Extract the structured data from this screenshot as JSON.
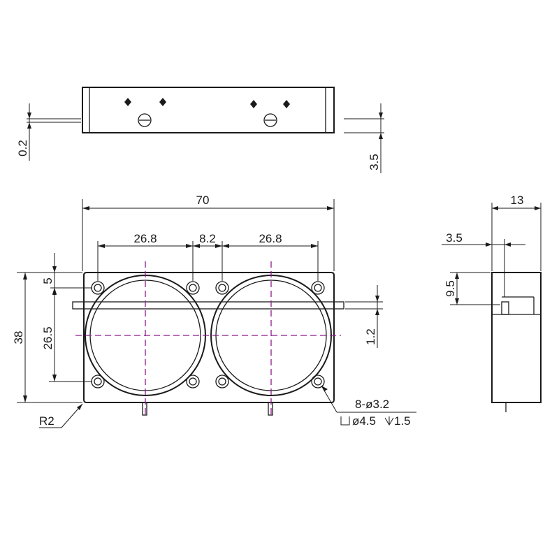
{
  "dimensions": {
    "top_left_gap": "0.2",
    "top_right_thickness": "3.5",
    "overall_width": "70",
    "left_spacing": "26.8",
    "center_spacing": "8.2",
    "right_spacing": "26.8",
    "hole_edge_offset": "5",
    "hole_vertical_spacing": "26.5",
    "overall_height": "38",
    "flange_thickness": "1.2",
    "corner_radius": "R2",
    "holes_spec": "8-ø3.2",
    "counterbore_spec": "ø4.5",
    "counterbore_depth": "1.5",
    "side_depth": "13",
    "side_step": "3.5",
    "side_height": "9.5"
  },
  "colors": {
    "line": "#1a1a1a",
    "centerline": "#8b1a8b"
  }
}
